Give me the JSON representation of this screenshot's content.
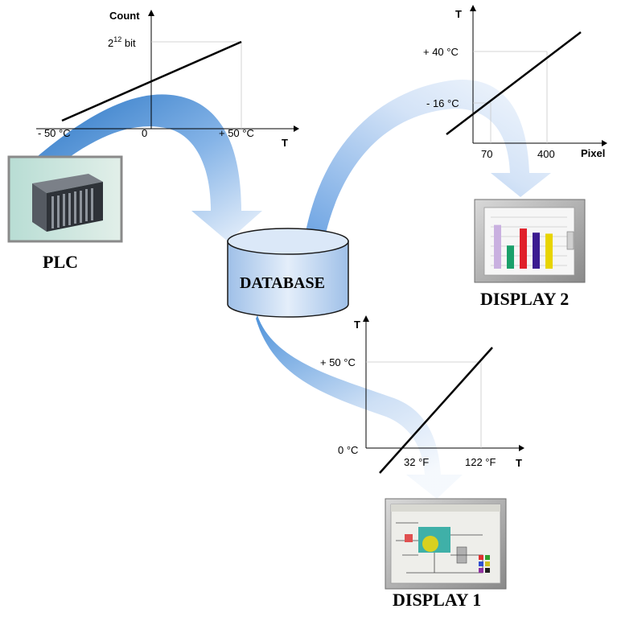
{
  "colors": {
    "arrow_dark": "#2a78c8",
    "arrow_light": "#e8f0fb",
    "db_fill": "#c5d9f0",
    "frame": "#8c8c8c"
  },
  "chart_plc": {
    "y_axis": "Count",
    "y_tick_base": "2",
    "y_tick_exp": "12",
    "y_tick_unit": " bit",
    "x_axis": "T",
    "x_ticks": [
      "- 50 °C",
      "0",
      "+ 50 °C"
    ]
  },
  "chart_display2": {
    "y_axis": "T",
    "y_ticks": [
      "+ 40 °C",
      "- 16 °C"
    ],
    "x_axis": "Pixel",
    "x_ticks": [
      "70",
      "400"
    ]
  },
  "chart_display1": {
    "y_axis": "T",
    "y_ticks": [
      "+ 50 °C",
      "0 °C"
    ],
    "x_axis": "T",
    "x_ticks": [
      "32 °F",
      "122 °F"
    ]
  },
  "nodes": {
    "plc": "PLC",
    "database": "DATABASE",
    "display2": "DISPLAY 2",
    "display1": "DISPLAY 1"
  },
  "display2_bars": [
    {
      "value": 0.85,
      "color": "#c9b0e0"
    },
    {
      "value": 0.45,
      "color": "#1aa06a"
    },
    {
      "value": 0.78,
      "color": "#e0202a"
    },
    {
      "value": 0.7,
      "color": "#3a1a90"
    },
    {
      "value": 0.68,
      "color": "#e8d400"
    }
  ]
}
